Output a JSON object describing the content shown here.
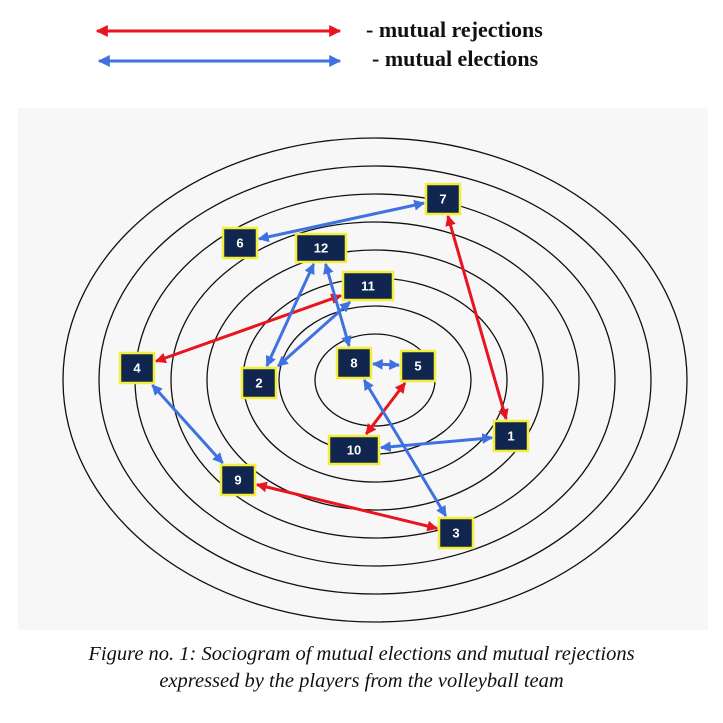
{
  "legend": [
    {
      "label": "- mutual rejections",
      "type": "rejection",
      "color": "#e8141e"
    },
    {
      "label": "- mutual elections",
      "type": "election",
      "color": "#3f72e0"
    }
  ],
  "nodes": [
    {
      "id": "7",
      "label": "7"
    },
    {
      "id": "6",
      "label": "6"
    },
    {
      "id": "12",
      "label": "12"
    },
    {
      "id": "11",
      "label": "11"
    },
    {
      "id": "4",
      "label": "4"
    },
    {
      "id": "8",
      "label": "8"
    },
    {
      "id": "5",
      "label": "5"
    },
    {
      "id": "2",
      "label": "2"
    },
    {
      "id": "10",
      "label": "10"
    },
    {
      "id": "1",
      "label": "1"
    },
    {
      "id": "9",
      "label": "9"
    },
    {
      "id": "3",
      "label": "3"
    }
  ],
  "edges": [
    {
      "from": "6",
      "to": "7",
      "type": "election"
    },
    {
      "from": "7",
      "to": "1",
      "type": "rejection"
    },
    {
      "from": "4",
      "to": "11",
      "type": "rejection"
    },
    {
      "from": "2",
      "to": "12",
      "type": "election"
    },
    {
      "from": "2",
      "to": "11",
      "type": "election"
    },
    {
      "from": "12",
      "to": "8",
      "type": "election"
    },
    {
      "from": "8",
      "to": "5",
      "type": "election"
    },
    {
      "from": "5",
      "to": "10",
      "type": "rejection"
    },
    {
      "from": "10",
      "to": "1",
      "type": "election"
    },
    {
      "from": "8",
      "to": "3",
      "type": "election"
    },
    {
      "from": "4",
      "to": "9",
      "type": "election"
    },
    {
      "from": "9",
      "to": "3",
      "type": "rejection"
    }
  ],
  "colors": {
    "node_fill": "#10264e",
    "node_border": "#f2ee3a",
    "node_text": "#ffffff",
    "ring": "#111111",
    "background": "#f7f7f7"
  },
  "caption": {
    "line1": "Figure no. 1: Sociogram of mutual elections and mutual rejections",
    "line2": "expressed by the players from the volleyball team"
  }
}
